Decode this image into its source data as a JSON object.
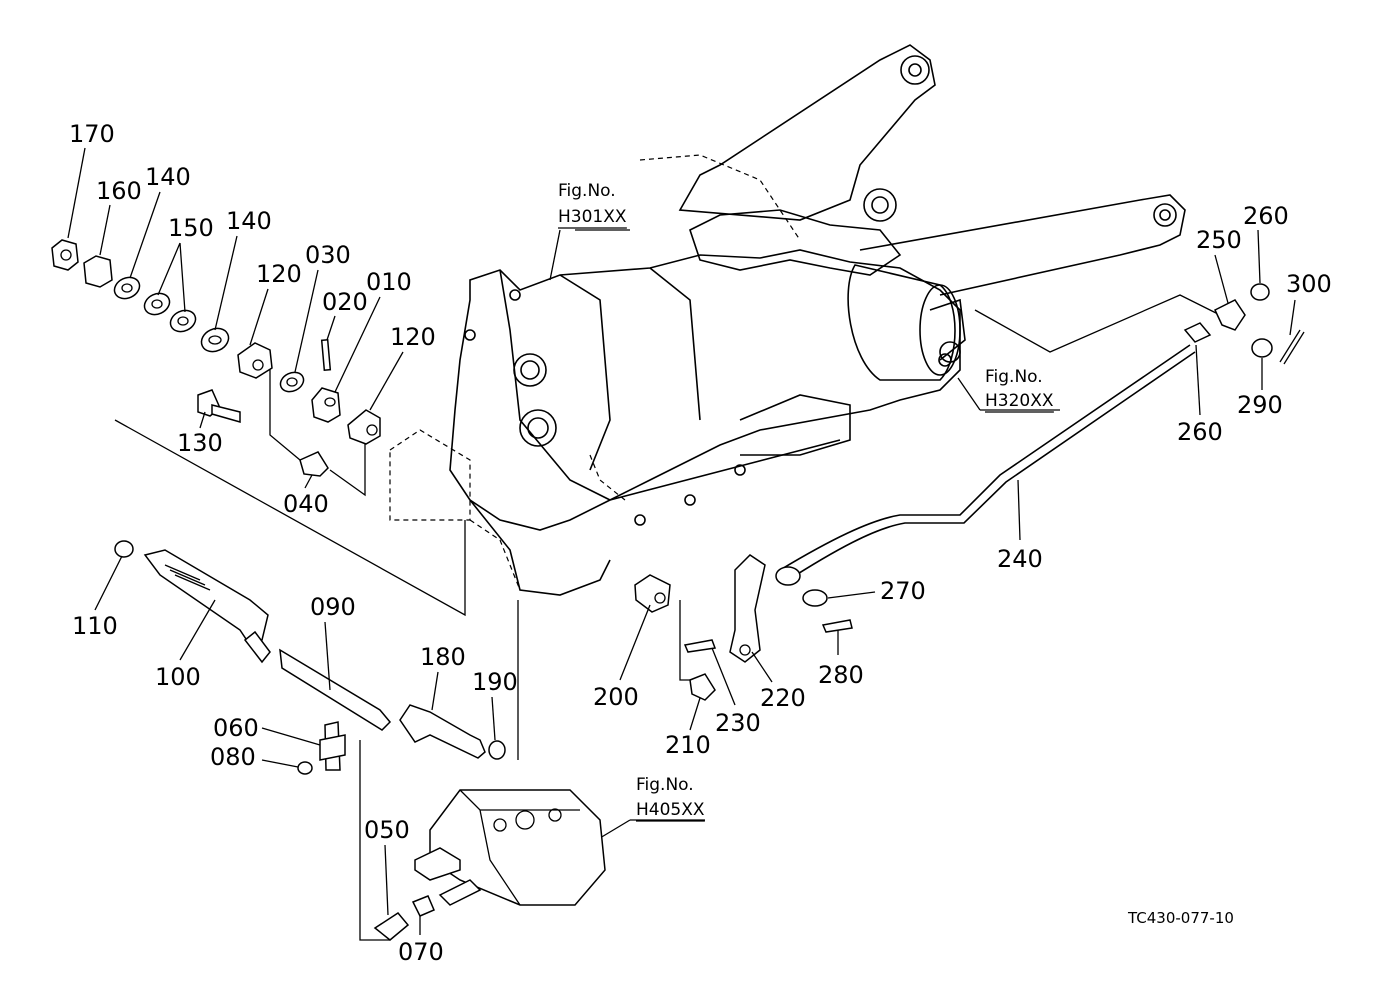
{
  "diagram": {
    "drawing_code": "TC430-077-10",
    "fig_refs": [
      {
        "id": "fig-h301",
        "caption": "Fig.No.",
        "code": "H301XX"
      },
      {
        "id": "fig-h320",
        "caption": "Fig.No.",
        "code": "H320XX"
      },
      {
        "id": "fig-h405",
        "caption": "Fig.No.",
        "code": "H405XX"
      }
    ],
    "part_numbers": [
      "170",
      "160",
      "140",
      "150",
      "140",
      "120",
      "030",
      "020",
      "010",
      "120",
      "130",
      "040",
      "110",
      "100",
      "090",
      "180",
      "190",
      "060",
      "080",
      "050",
      "070",
      "200",
      "210",
      "230",
      "220",
      "280",
      "270",
      "240",
      "260",
      "250",
      "260",
      "300",
      "290"
    ]
  }
}
